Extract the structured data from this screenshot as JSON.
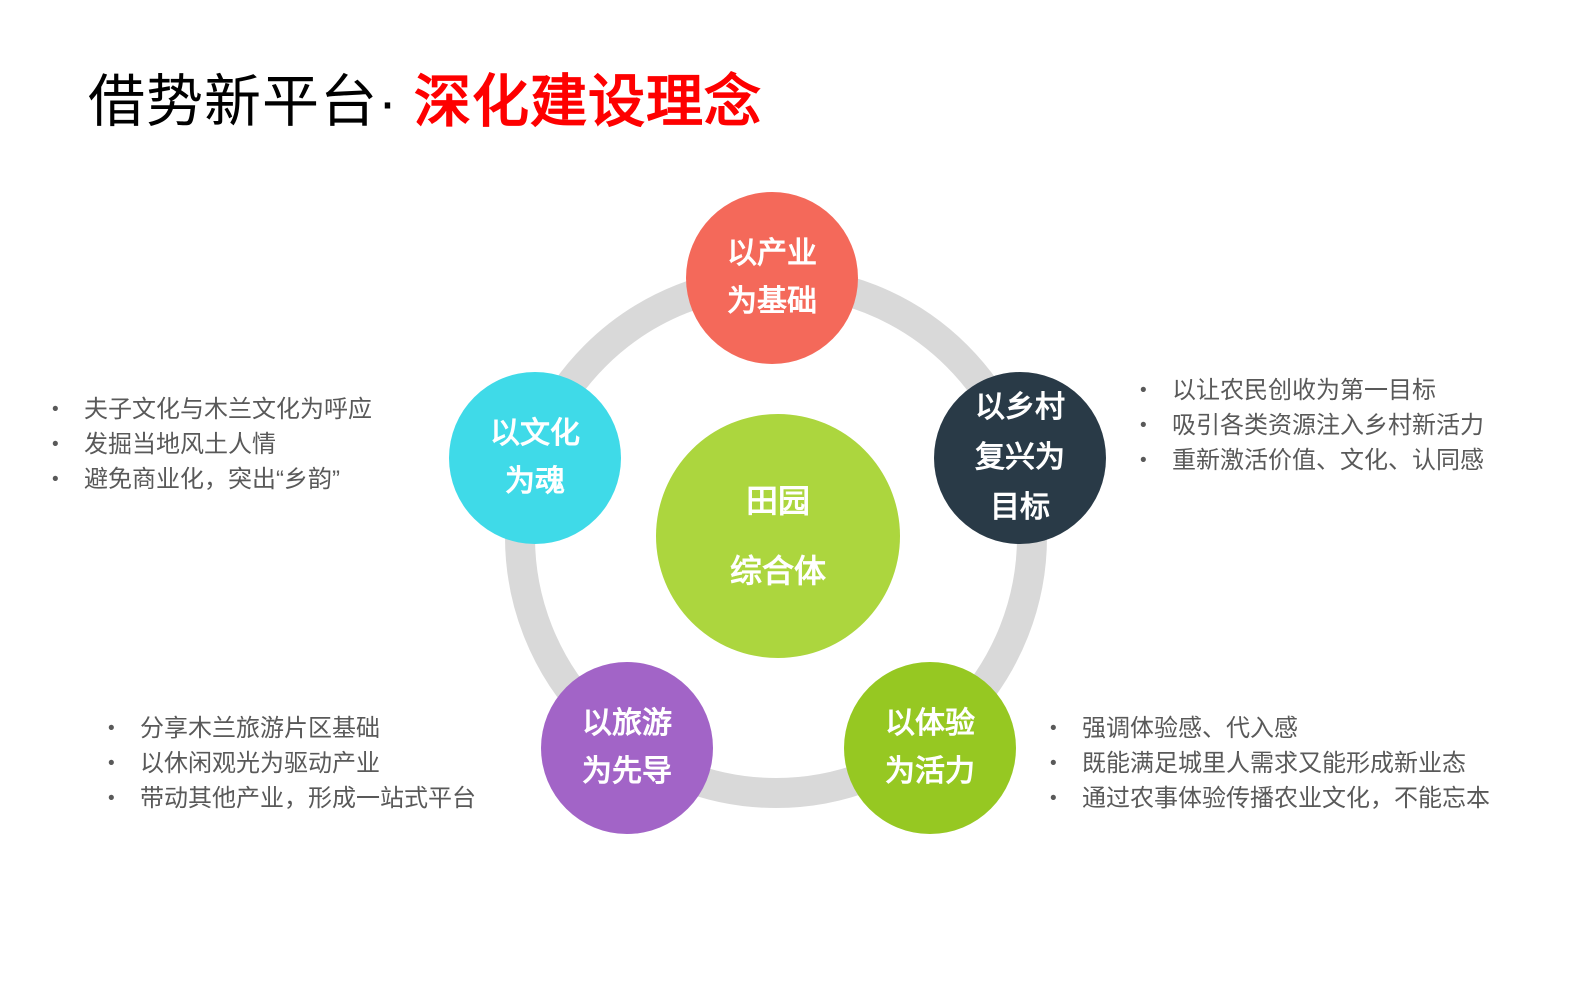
{
  "title": {
    "prefix": "借势新平台·",
    "accent": "深化建设理念"
  },
  "bullet": "•",
  "colors": {
    "title_prefix": "#000000",
    "title_accent": "#fe0000",
    "ring": "#d9d9d9",
    "center_circle": "#acd63e",
    "industry": "#f4695a",
    "culture": "#3fdae8",
    "rural": "#293a47",
    "tourism": "#a264c7",
    "experience": "#96c822",
    "note_text": "#595959",
    "circle_text": "#ffffff"
  },
  "diagram": {
    "center": {
      "lines": [
        "田园",
        "综合体"
      ]
    },
    "nodes": {
      "industry": {
        "lines": [
          "以产业",
          "为基础"
        ]
      },
      "culture": {
        "lines": [
          "以文化",
          "为魂"
        ]
      },
      "rural": {
        "lines": [
          "以乡村",
          "复兴为",
          "目标"
        ]
      },
      "tourism": {
        "lines": [
          "以旅游",
          "为先导"
        ]
      },
      "experience": {
        "lines": [
          "以体验",
          "为活力"
        ]
      }
    }
  },
  "notes": {
    "culture": {
      "items": [
        "夫子文化与木兰文化为呼应",
        "发掘当地风土人情",
        "避免商业化，突出“乡韵”"
      ]
    },
    "rural": {
      "items": [
        "以让农民创收为第一目标",
        "吸引各类资源注入乡村新活力",
        "重新激活价值、文化、认同感"
      ]
    },
    "tourism": {
      "items": [
        "分享木兰旅游片区基础",
        "以休闲观光为驱动产业",
        "带动其他产业，形成一站式平台"
      ]
    },
    "experience": {
      "items": [
        "强调体验感、代入感",
        "既能满足城里人需求又能形成新业态",
        "通过农事体验传播农业文化，不能忘本"
      ]
    }
  }
}
